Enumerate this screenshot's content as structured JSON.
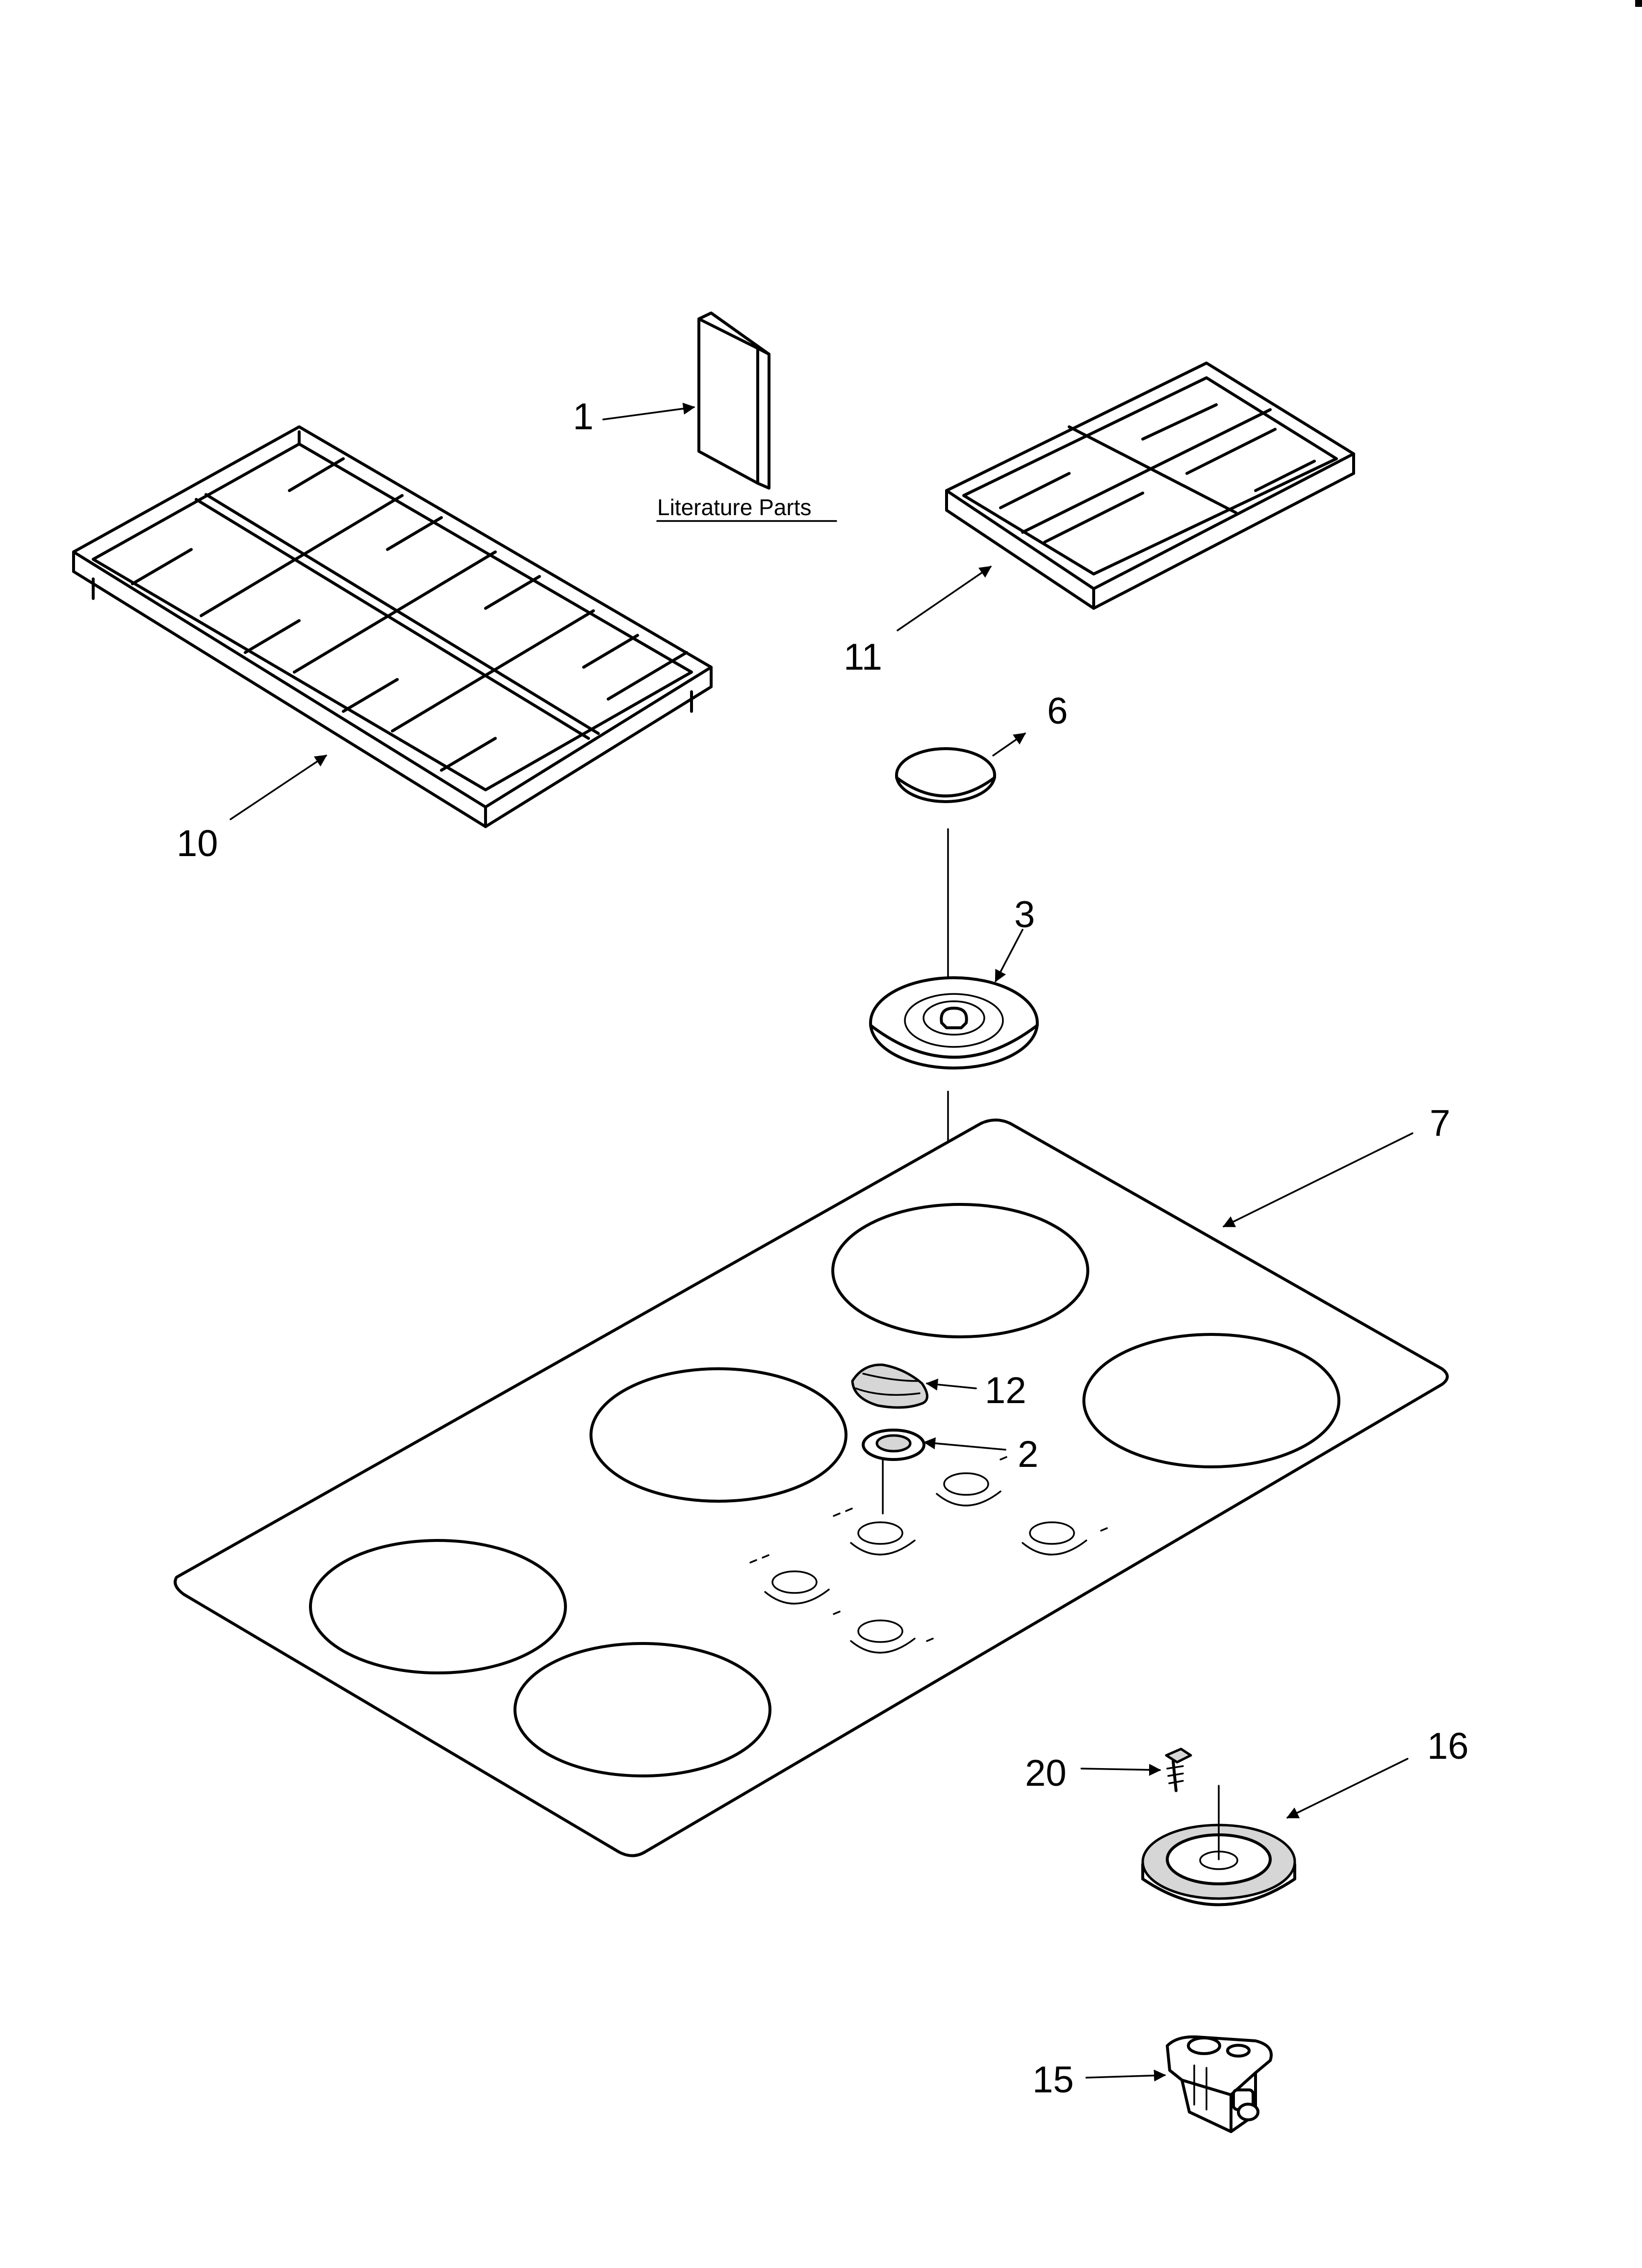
{
  "diagram": {
    "literature_label": "Literature Parts",
    "callouts": {
      "c1": "1",
      "c2": "2",
      "c3": "3",
      "c6": "6",
      "c7": "7",
      "c10": "10",
      "c11": "11",
      "c12": "12",
      "c15": "15",
      "c16": "16",
      "c20": "20"
    }
  }
}
